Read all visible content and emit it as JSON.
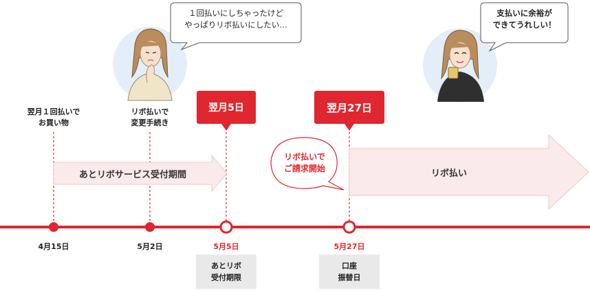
{
  "milestones": [
    {
      "label": "翌月１回払いで\nお買い物",
      "date": "4月15日"
    },
    {
      "label": "リボ払いで\n変更手続き",
      "date": "5月2日"
    },
    {
      "badge": "翌月5日",
      "date": "5月5日",
      "box": "あとリボ\n受付期限"
    },
    {
      "badge": "翌月27日",
      "date": "5月27日",
      "box": "口座\n振替日"
    }
  ],
  "arrows": {
    "service_period": "あとリボサービス受付期間",
    "revolving": "リボ払い"
  },
  "callouts": {
    "billing_start": "リボ払いで\nご請求開始",
    "worried_thought": "１回払いにしちゃったけど\nやっぱりリボ払いにしたい…",
    "happy_thought": "支払いに余裕が\nできてうれしい！"
  },
  "colors": {
    "accent": "#e0262e",
    "arrow_fill": "#fbeaea",
    "arrow_stroke": "#f0c6c6",
    "box_gray": "#e9e9e9"
  }
}
